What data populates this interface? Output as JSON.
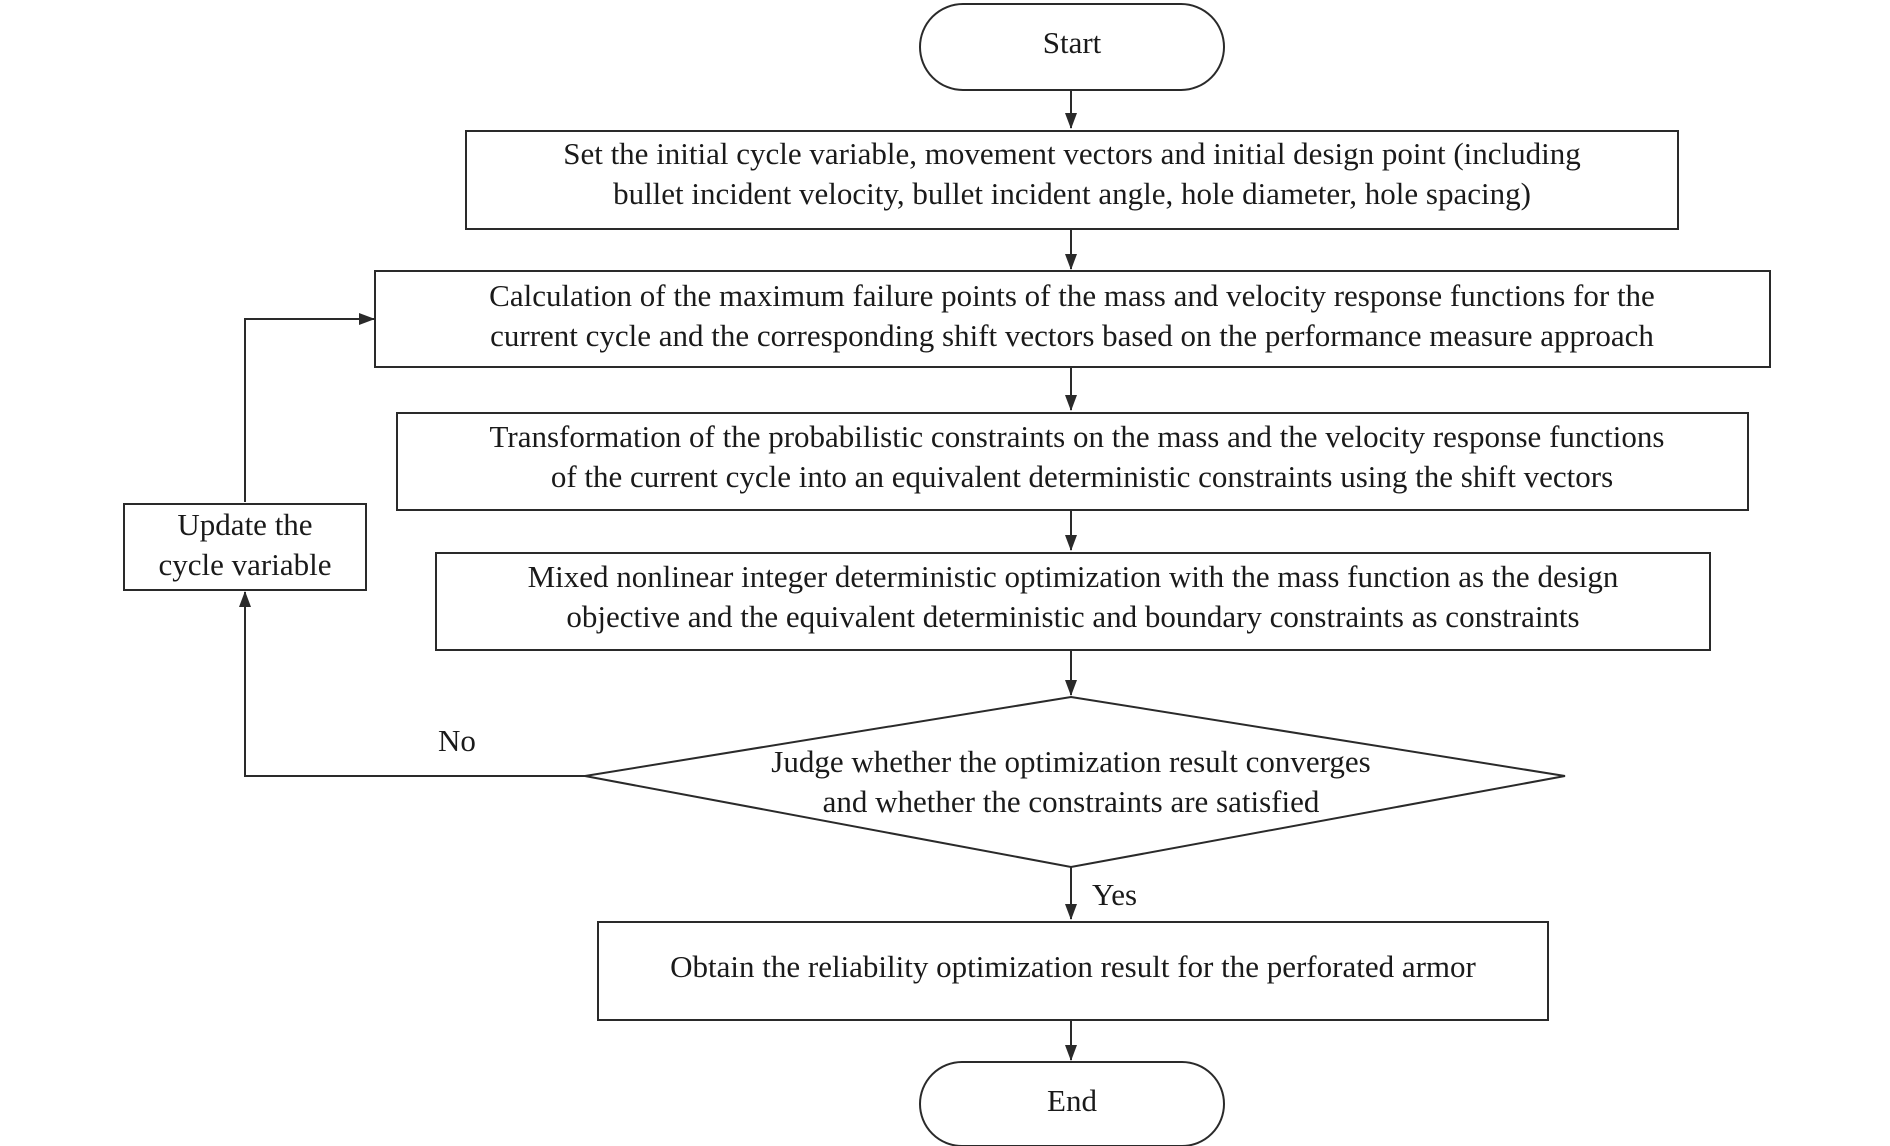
{
  "nodes": {
    "start": {
      "kind": "terminal",
      "lines": [
        "Start"
      ]
    },
    "init": {
      "kind": "process",
      "lines": [
        "Set the initial cycle variable, movement vectors and initial design point (including",
        "bullet incident velocity, bullet incident angle, hole diameter, hole spacing)"
      ]
    },
    "calc": {
      "kind": "process",
      "lines": [
        "Calculation of the maximum failure points of the mass and velocity response functions for the",
        "current cycle and the corresponding shift vectors based on the performance measure approach"
      ]
    },
    "transform": {
      "kind": "process",
      "lines": [
        "Transformation of the probabilistic constraints on the mass and the velocity response functions",
        "of the current cycle into an equivalent deterministic constraints using the shift vectors"
      ]
    },
    "optimize": {
      "kind": "process",
      "lines": [
        "Mixed nonlinear integer deterministic optimization with the mass function as the design",
        "objective and the equivalent deterministic and boundary constraints as constraints"
      ]
    },
    "judge": {
      "kind": "decision",
      "lines": [
        "Judge whether the optimization result converges",
        "and whether the constraints are satisfied"
      ]
    },
    "update": {
      "kind": "process",
      "lines": [
        "Update the",
        "cycle variable"
      ]
    },
    "result": {
      "kind": "process",
      "lines": [
        "Obtain the reliability optimization result for the perforated armor"
      ]
    },
    "end": {
      "kind": "terminal",
      "lines": [
        "End"
      ]
    }
  },
  "edges": [
    {
      "from": "start",
      "to": "init",
      "label": ""
    },
    {
      "from": "init",
      "to": "calc",
      "label": ""
    },
    {
      "from": "calc",
      "to": "transform",
      "label": ""
    },
    {
      "from": "transform",
      "to": "optimize",
      "label": ""
    },
    {
      "from": "optimize",
      "to": "judge",
      "label": ""
    },
    {
      "from": "judge",
      "to": "result",
      "label": "Yes"
    },
    {
      "from": "judge",
      "to": "update",
      "label": "No"
    },
    {
      "from": "update",
      "to": "calc",
      "label": ""
    },
    {
      "from": "result",
      "to": "end",
      "label": ""
    }
  ]
}
